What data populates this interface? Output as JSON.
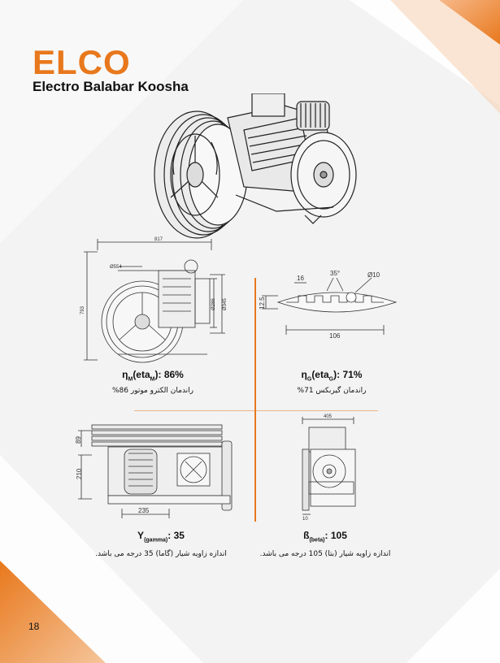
{
  "brand": {
    "logo": "ELCO",
    "company": "Electro Balabar Koosha"
  },
  "page_number": "18",
  "drawing_labels": {
    "width_817": "817",
    "dia_554": "Ø554",
    "height_793": "793",
    "dia_286": "Ø286",
    "dia_345": "Ø345",
    "groove_16": "16",
    "groove_35deg": "35°",
    "groove_dia10": "Ø10",
    "groove_12_5": "12.5",
    "groove_106": "106",
    "side_89": "89",
    "side_210": "210",
    "side_235": "235",
    "front_405": "405",
    "front_10": "10"
  },
  "specs": {
    "motor_eff": {
      "symbol": "η",
      "sub": "M",
      "paren_open": "(eta",
      "paren_sub": "M",
      "paren_close": ")",
      "value": ": 86%",
      "fa": "راندمان الکترو موتور 86%"
    },
    "gear_eff": {
      "symbol": "η",
      "sub": "G",
      "paren_open": "(eta",
      "paren_sub": "G",
      "paren_close": ")",
      "value": ": 71%",
      "fa": "راندمان گیربکس 71%"
    },
    "gamma": {
      "symbol": "Υ",
      "sub": "(gamma)",
      "value": ": 35",
      "fa": "اندازه زاویه شیار (گاما) 35 درجه می باشد."
    },
    "beta": {
      "symbol": "ß",
      "sub": "(beta)",
      "value": ": 105",
      "fa": "اندازه زاویه شیار (بتا) 105 درجه می باشد."
    }
  },
  "colors": {
    "accent": "#e8781c",
    "background": "#f3f3f3"
  }
}
